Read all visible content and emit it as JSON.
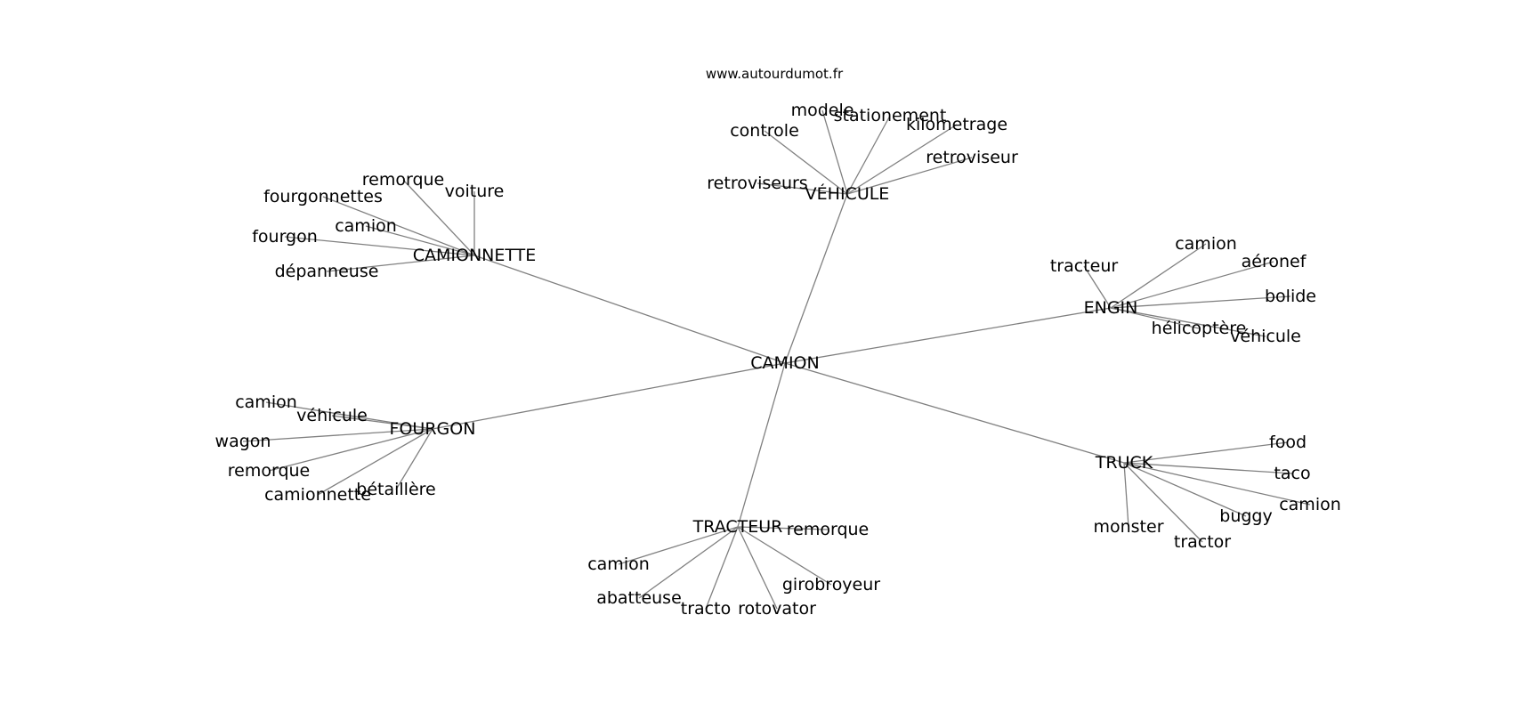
{
  "source": "www.autourdumot.fr",
  "colors": {
    "edge": "#808080",
    "text": "#000000",
    "background": "#ffffff"
  },
  "graph": {
    "root": "CAMION",
    "hubs": [
      {
        "id": "vehicule",
        "label": "VÉHICULE",
        "leaves": [
          "modele",
          "stationement",
          "kilometrage",
          "controle",
          "retroviseur",
          "retroviseurs"
        ]
      },
      {
        "id": "camionnette",
        "label": "CAMIONNETTE",
        "leaves": [
          "remorque",
          "voiture",
          "fourgonnettes",
          "camion",
          "fourgon",
          "dépanneuse"
        ]
      },
      {
        "id": "engin",
        "label": "ENGIN",
        "leaves": [
          "camion",
          "tracteur",
          "aéronef",
          "bolide",
          "hélicoptère",
          "véhicule"
        ]
      },
      {
        "id": "fourgon",
        "label": "FOURGON",
        "leaves": [
          "camion",
          "véhicule",
          "wagon",
          "remorque",
          "bétaillère",
          "camionnette"
        ]
      },
      {
        "id": "truck",
        "label": "TRUCK",
        "leaves": [
          "food",
          "taco",
          "camion",
          "buggy",
          "monster",
          "tractor"
        ]
      },
      {
        "id": "tracteur",
        "label": "TRACTEUR",
        "leaves": [
          "remorque",
          "camion",
          "girobroyeur",
          "abatteuse",
          "tracto",
          "rotovator"
        ]
      }
    ]
  }
}
